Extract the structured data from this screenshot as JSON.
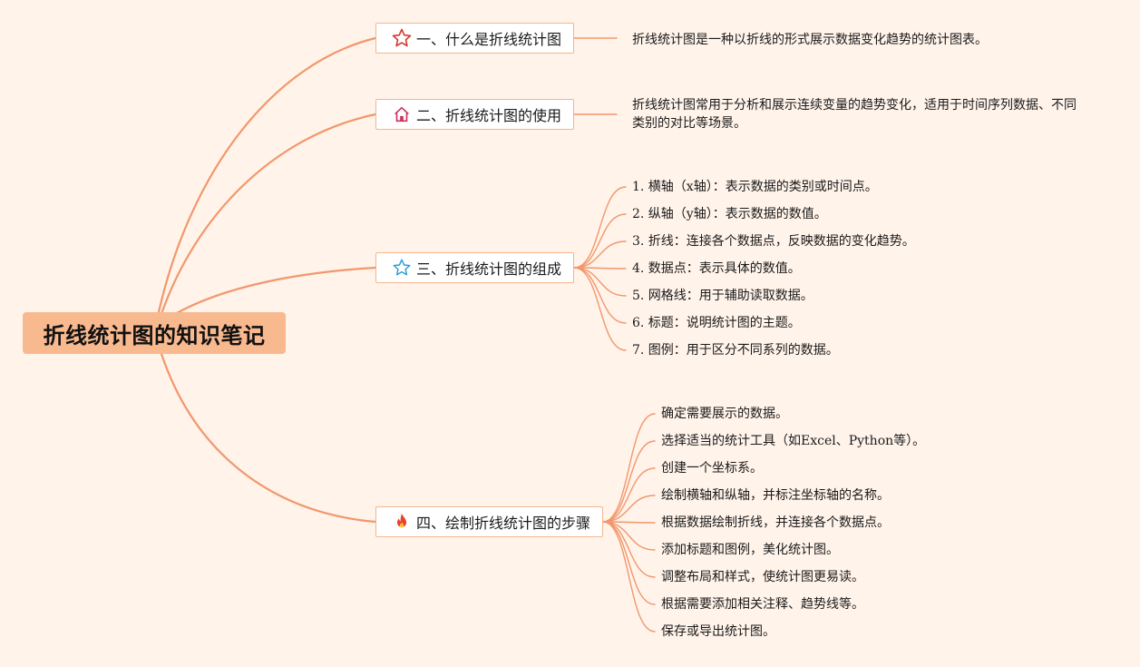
{
  "root": {
    "title": "折线统计图的知识笔记"
  },
  "branches": [
    {
      "title": "一、什么是折线统计图",
      "icon": "star-outline-icon",
      "children": [
        "折线统计图是一种以折线的形式展示数据变化趋势的统计图表。"
      ]
    },
    {
      "title": "二、折线统计图的使用",
      "icon": "home-icon",
      "children": [
        "折线统计图常用于分析和展示连续变量的趋势变化，适用于时间序列数据、不同类别的对比等场景。"
      ]
    },
    {
      "title": "三、折线统计图的组成",
      "icon": "star-outline-icon",
      "children": [
        "1. 横轴（x轴）：表示数据的类别或时间点。",
        "2. 纵轴（y轴）：表示数据的数值。",
        "3. 折线：连接各个数据点，反映数据的变化趋势。",
        "4. 数据点：表示具体的数值。",
        "5. 网格线：用于辅助读取数据。",
        "6. 标题：说明统计图的主题。",
        "7. 图例：用于区分不同系列的数据。"
      ]
    },
    {
      "title": "四、绘制折线统计图的步骤",
      "icon": "fire-icon",
      "children": [
        "确定需要展示的数据。",
        "选择适当的统计工具（如Excel、Python等）。",
        "创建一个坐标系。",
        "绘制横轴和纵轴，并标注坐标轴的名称。",
        "根据数据绘制折线，并连接各个数据点。",
        "添加标题和图例，美化统计图。",
        "调整布局和样式，使统计图更易读。",
        "根据需要添加相关注释、趋势线等。",
        "保存或导出统计图。"
      ]
    }
  ],
  "colors": {
    "background": "#fff3ea",
    "root_fill": "#f9b98f",
    "link": "#f2976c",
    "box_border": "#f4b58e"
  }
}
